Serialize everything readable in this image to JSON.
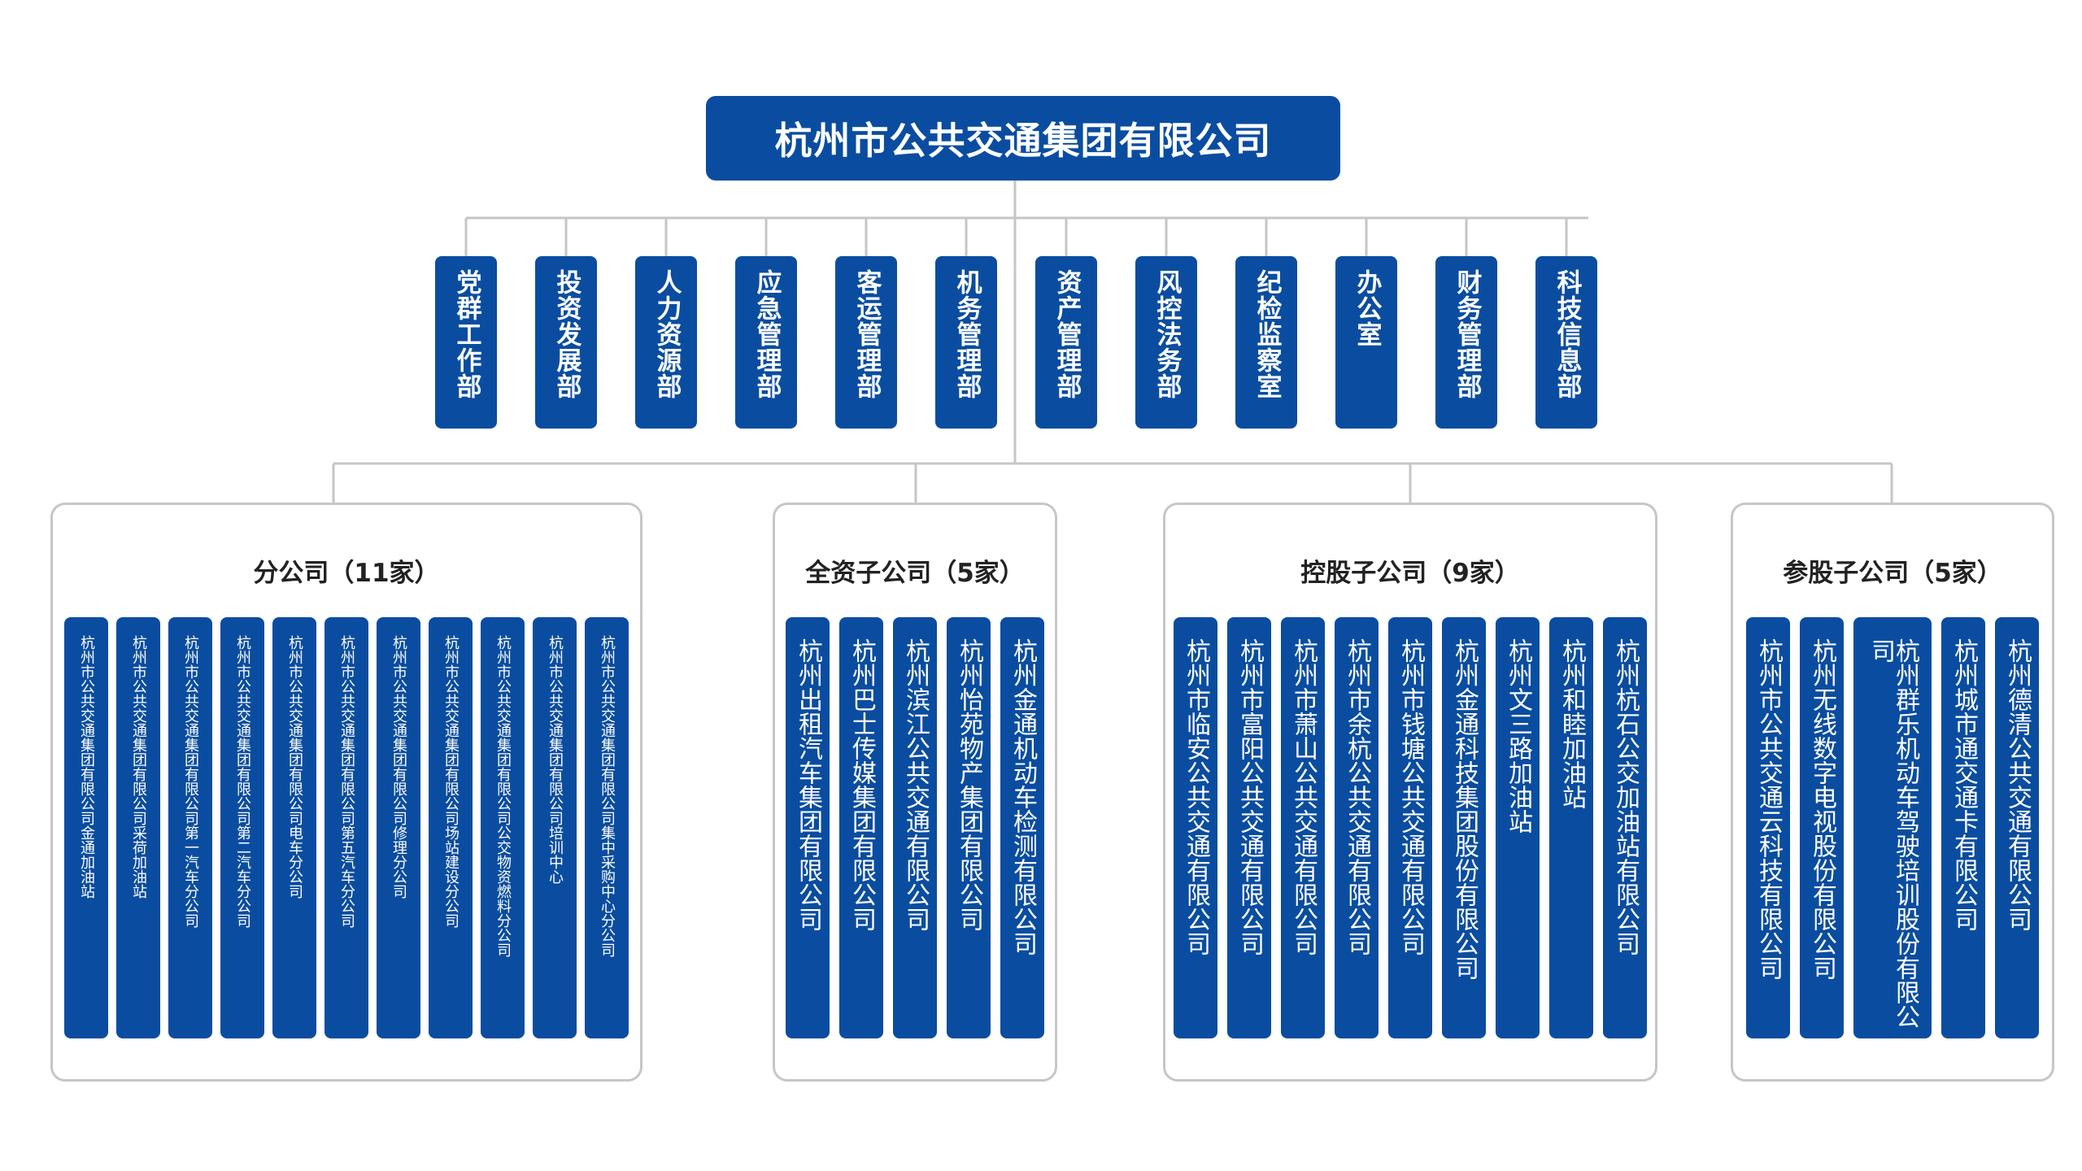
{
  "root": {
    "title": "杭州市公共交通集团有限公司"
  },
  "departments": [
    "党群工作部",
    "投资发展部",
    "人力资源部",
    "应急管理部",
    "客运管理部",
    "机务管理部",
    "资产管理部",
    "风控法务部",
    "纪检监察室",
    "办公室",
    "财务管理部",
    "科技信息部"
  ],
  "groups": [
    {
      "title": "分公司（11家）",
      "companies": [
        "杭州市公共交通集团有限公司金通加油站",
        "杭州市公共交通集团有限公司采荷加油站",
        "杭州市公共交通集团有限公司第一汽车分公司",
        "杭州市公共交通集团有限公司第二汽车分公司",
        "杭州市公共交通集团有限公司电车分公司",
        "杭州市公共交通集团有限公司第五汽车分公司",
        "杭州市公共交通集团有限公司修理分公司",
        "杭州市公共交通集团有限公司场站建设分公司",
        "杭州市公共交通集团有限公司公交物资燃料分公司",
        "杭州市公共交通集团有限公司培训中心",
        "杭州市公共交通集团有限公司集中采购中心分公司"
      ]
    },
    {
      "title": "全资子公司（5家）",
      "companies": [
        "杭州出租汽车集团有限公司",
        "杭州巴士传媒集团有限公司",
        "杭州滨江公共交通有限公司",
        "杭州怡苑物产集团有限公司",
        "杭州金通机动车检测有限公司"
      ]
    },
    {
      "title": "控股子公司（9家）",
      "companies": [
        "杭州市临安公共交通有限公司",
        "杭州市富阳公共交通有限公司",
        "杭州市萧山公共交通有限公司",
        "杭州市余杭公共交通有限公司",
        "杭州市钱塘公共交通有限公司",
        "杭州金通科技集团股份有限公司",
        "杭州文三路加油站",
        "杭州和睦加油站",
        "杭州杭石公交加油站有限公司"
      ]
    },
    {
      "title": "参股子公司（5家）",
      "companies": [
        "杭州市公共交通云科技有限公司",
        "杭州无线数字电视股份有限公司",
        "杭州群乐机动车驾驶培训股份有限公司",
        "杭州城市通交通卡有限公司",
        "杭州德清公共交通有限公司"
      ]
    }
  ],
  "colors": {
    "box": "#0a4da0",
    "line": "#c6c6c6",
    "border": "#c6c6c6"
  }
}
